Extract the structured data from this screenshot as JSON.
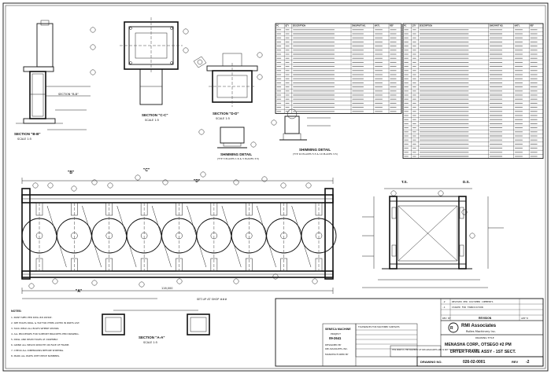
{
  "views": {
    "section_b": "SECTION \"B-B\"",
    "section_c": "SECTION \"C-C\"",
    "section_d": "SECTION \"D-D\"",
    "section_a": "SECTION \"A-A\"",
    "scale_b": "SCALE 1:5",
    "scale_c": "SCALE 1:5",
    "scale_d": "SCALE 1:5",
    "scale_a": "SCALE 1:5"
  },
  "details": {
    "shim_left": "SHIMMING DETAIL",
    "shim_left_sub": "(TYP 3 PLACES 1:6 & 3 PLACES 3.5)",
    "shim_right": "SHIMMING DETAIL",
    "shim_right_sub": "(TYP 10 PLACES 5:3 & 10 PLACES 3.5)",
    "dim_span": "116,000",
    "dim_total": "116,000",
    "dim_gap": "SET-UP AT SHOP ###",
    "ds_label": "D.S.",
    "ts_label": "T.S.",
    "callout_b": "\"B\"",
    "callout_c": "\"C\"",
    "callout_d": "\"D\"",
    "callout_a": "\"A\""
  },
  "parts_list": {
    "headers": [
      "PC",
      "QTY",
      "DESCRIPTION",
      "DWG/PART NO.",
      "MAT'L",
      "REF"
    ],
    "left_rows": 22,
    "right_rows": 33
  },
  "notes": {
    "title": "NOTES:",
    "lines": [
      "1.  PAINT SPEC PER DWG ##-####.",
      "2.  SEE HOLES DRILL & TAP FOR ITEMS LISTED IN PARTS LIST.",
      "3.  TACK WELD ALL BOLTS WHERE SHOWN.",
      "4.  ALL PROCESSES FOR SUPPORT BRACKETS PER DRAWING.",
      "5.  DRILL AND REAM HOLES AT ASSEMBLY.",
      "6.  GRIND ALL WELDS SMOOTH ON FACE OF FRAME.",
      "7.  CHECK ALL DIMENSIONS BEFORE SHIPPING.",
      "8.  MARK ALL PARTS WITH PIECE NUMBERS."
    ]
  },
  "title_block": {
    "company": "RMI Associates",
    "company_sub": "Rolles Machinery Inc.",
    "drawing_title_label": "DRAWING TITLE",
    "customer": "MENASHA CORP., OTSEGO #2 PM",
    "drawing_title": "DRYER FRAME ASSY - 1ST SECT.",
    "drawing_no_label": "DRAWING NO.",
    "drawing_no": "026-02-0001",
    "rev_label": "REV",
    "rev": "-2",
    "project_name": "SENECA MACHINE",
    "project_no_label": "PROJECT",
    "project_no": "09-2641",
    "designed_by": "DESIGNED BY",
    "designer": "RMI ASSOCIATES, INC.",
    "manufactured_by": "MANUFACTURED BY",
    "tolerance_title": "TOLERANCES FOR MACHINED SURFACES",
    "revision_label": "REVISION",
    "revs": [
      {
        "rev": "-2",
        "desc": "REVISED PER CUSTOMER COMMENTS",
        "by": "",
        "date": ""
      },
      {
        "rev": "-1",
        "desc": "ISSUED FOR FABRICATION",
        "by": "",
        "date": ""
      }
    ],
    "rev_by_label": "REV BY",
    "approved_label": "APP'D",
    "proprietary": "THIS PRINT IS THE PROPERTY OF RMI ASSOCIATES AND IS NOT TO BE REPRODUCED OR COPIED"
  }
}
